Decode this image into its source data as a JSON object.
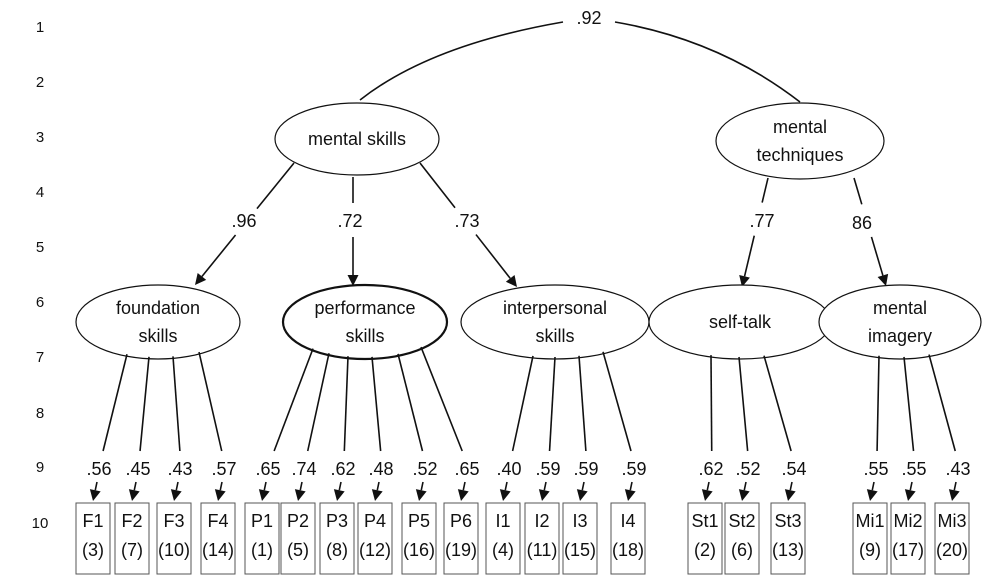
{
  "row_numbers": [
    "1",
    "2",
    "3",
    "4",
    "5",
    "6",
    "7",
    "8",
    "9",
    "10"
  ],
  "top_correlation": ".92",
  "second_order": [
    {
      "id": "mental-skills",
      "lines": [
        "mental skills"
      ]
    },
    {
      "id": "mental-techniques",
      "lines": [
        "mental",
        "techniques"
      ]
    }
  ],
  "first_order": [
    {
      "id": "foundation-skills",
      "parent": "mental-skills",
      "lines": [
        "foundation",
        "skills"
      ],
      "loading": ".96",
      "indicators": [
        {
          "code": "F1",
          "item": "(3)",
          "loading": ".56"
        },
        {
          "code": "F2",
          "item": "(7)",
          "loading": ".45"
        },
        {
          "code": "F3",
          "item": "(10)",
          "loading": ".43"
        },
        {
          "code": "F4",
          "item": "(14)",
          "loading": ".57"
        }
      ]
    },
    {
      "id": "performance-skills",
      "parent": "mental-skills",
      "lines": [
        "performance",
        "skills"
      ],
      "loading": ".72",
      "indicators": [
        {
          "code": "P1",
          "item": "(1)",
          "loading": ".65"
        },
        {
          "code": "P2",
          "item": "(5)",
          "loading": ".74"
        },
        {
          "code": "P3",
          "item": "(8)",
          "loading": ".62"
        },
        {
          "code": "P4",
          "item": "(12)",
          "loading": ".48"
        },
        {
          "code": "P5",
          "item": "(16)",
          "loading": ".52"
        },
        {
          "code": "P6",
          "item": "(19)",
          "loading": ".65"
        }
      ]
    },
    {
      "id": "interpersonal-skills",
      "parent": "mental-skills",
      "lines": [
        "interpersonal",
        "skills"
      ],
      "loading": ".73",
      "indicators": [
        {
          "code": "I1",
          "item": "(4)",
          "loading": ".40"
        },
        {
          "code": "I2",
          "item": "(11)",
          "loading": ".59"
        },
        {
          "code": "I3",
          "item": "(15)",
          "loading": ".59"
        },
        {
          "code": "I4",
          "item": "(18)",
          "loading": ".59"
        }
      ]
    },
    {
      "id": "self-talk",
      "parent": "mental-techniques",
      "lines": [
        "self-talk"
      ],
      "loading": ".77",
      "indicators": [
        {
          "code": "St1",
          "item": "(2)",
          "loading": ".62"
        },
        {
          "code": "St2",
          "item": "(6)",
          "loading": ".52"
        },
        {
          "code": "St3",
          "item": "(13)",
          "loading": ".54"
        }
      ]
    },
    {
      "id": "mental-imagery",
      "parent": "mental-techniques",
      "lines": [
        "mental",
        "imagery"
      ],
      "loading": "86",
      "indicators": [
        {
          "code": "Mi1",
          "item": "(9)",
          "loading": ".55"
        },
        {
          "code": "Mi2",
          "item": "(17)",
          "loading": ".55"
        },
        {
          "code": "Mi3",
          "item": "(20)",
          "loading": ".43"
        }
      ]
    }
  ]
}
